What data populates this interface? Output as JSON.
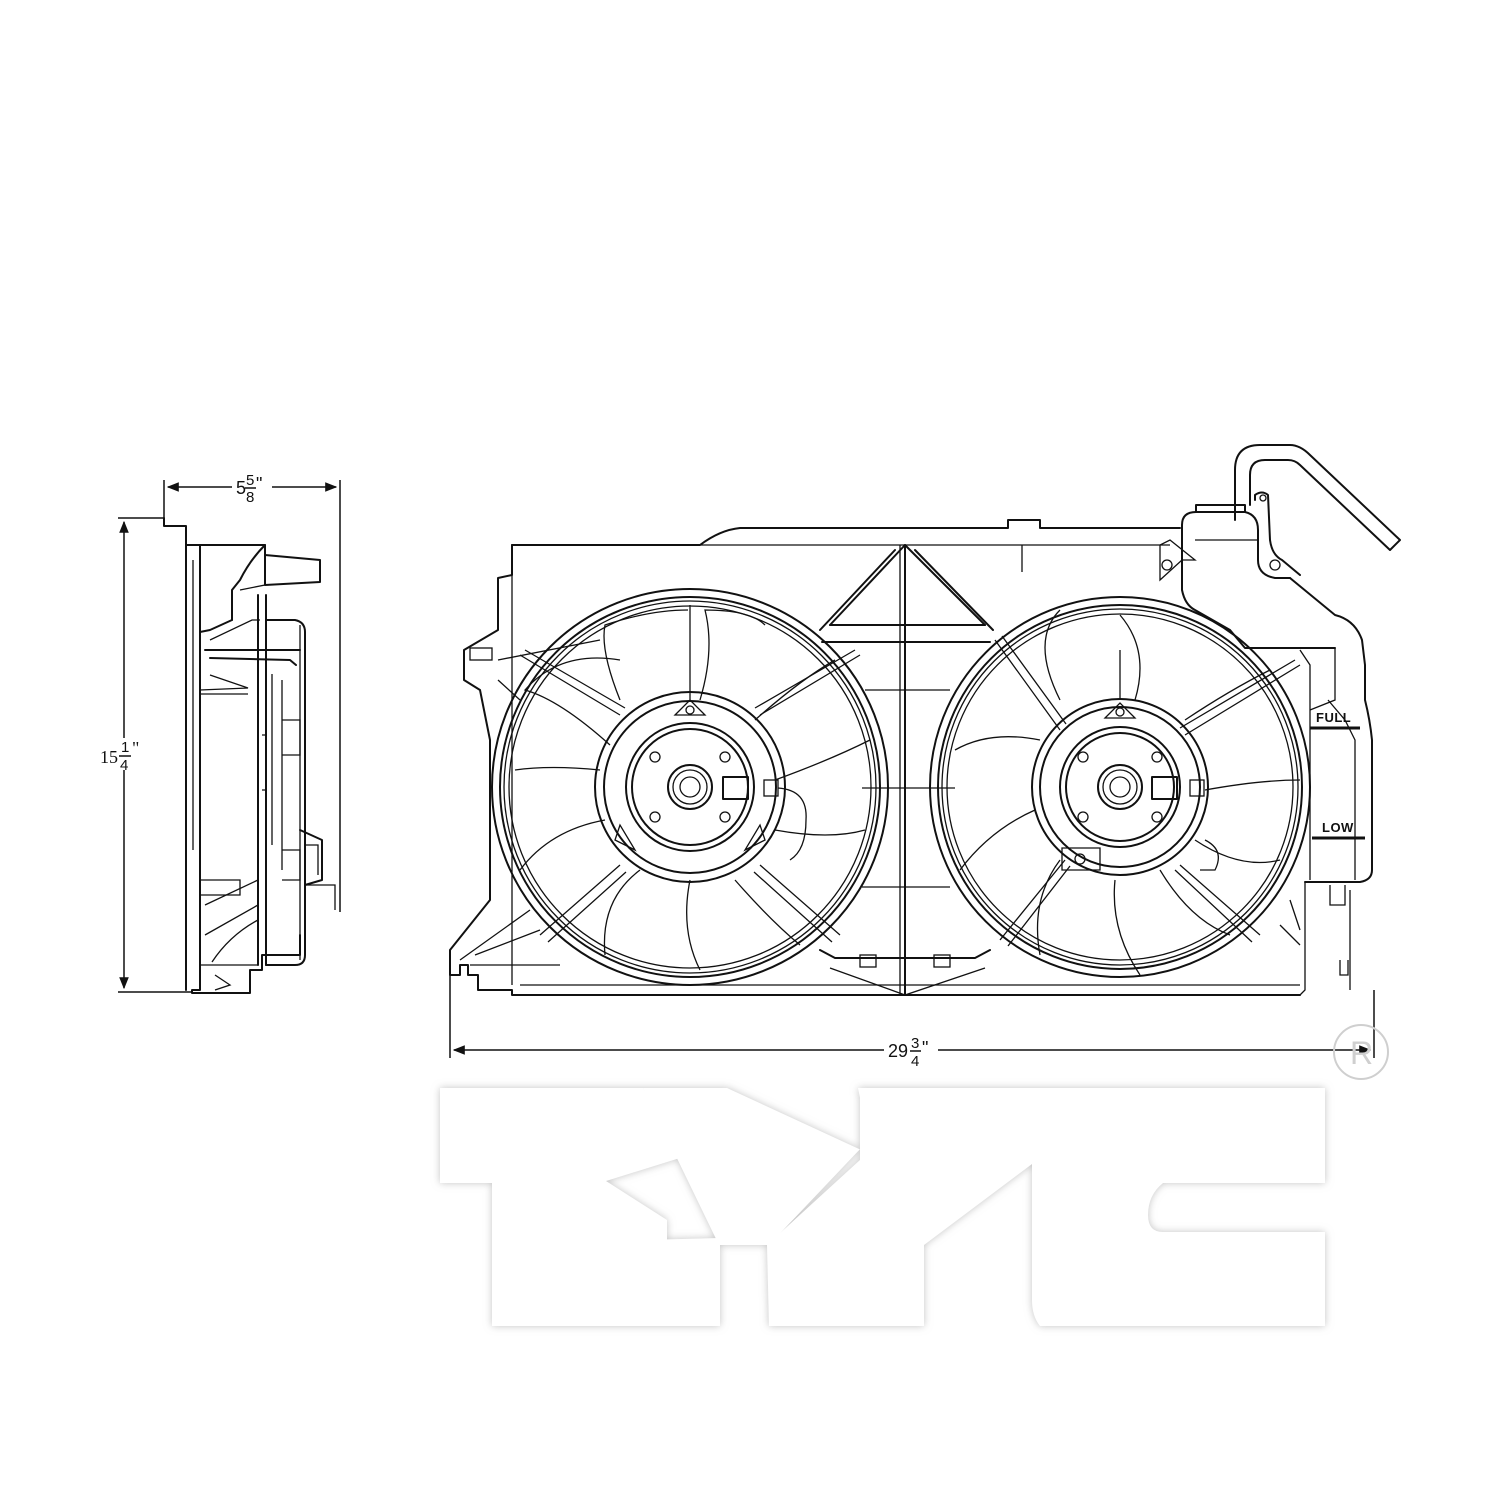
{
  "drawing": {
    "title": "Dual radiator cooling fan assembly with coolant reservoir",
    "views": [
      "side-view",
      "front-view"
    ]
  },
  "dimensions": {
    "depth": {
      "whole": "5",
      "numerator": "5",
      "denominator": "8",
      "unit": "\"",
      "label": "5 5/8\""
    },
    "height": {
      "whole": "15",
      "numerator": "1",
      "denominator": "4",
      "unit": "\"",
      "label": "15 1/4\""
    },
    "width": {
      "whole": "29",
      "numerator": "3",
      "denominator": "4",
      "unit": "\"",
      "label": "29 3/4\""
    }
  },
  "reservoir": {
    "full_mark": "FULL",
    "low_mark": "LOW"
  },
  "brand": {
    "logo_text": "TYC",
    "registered_mark": "R",
    "logo_color": "#ffffff",
    "logo_shadow": "#d9d9d9"
  },
  "colors": {
    "line": "#111111",
    "background": "#ffffff",
    "watermark_ring": "#cfcfcf"
  }
}
